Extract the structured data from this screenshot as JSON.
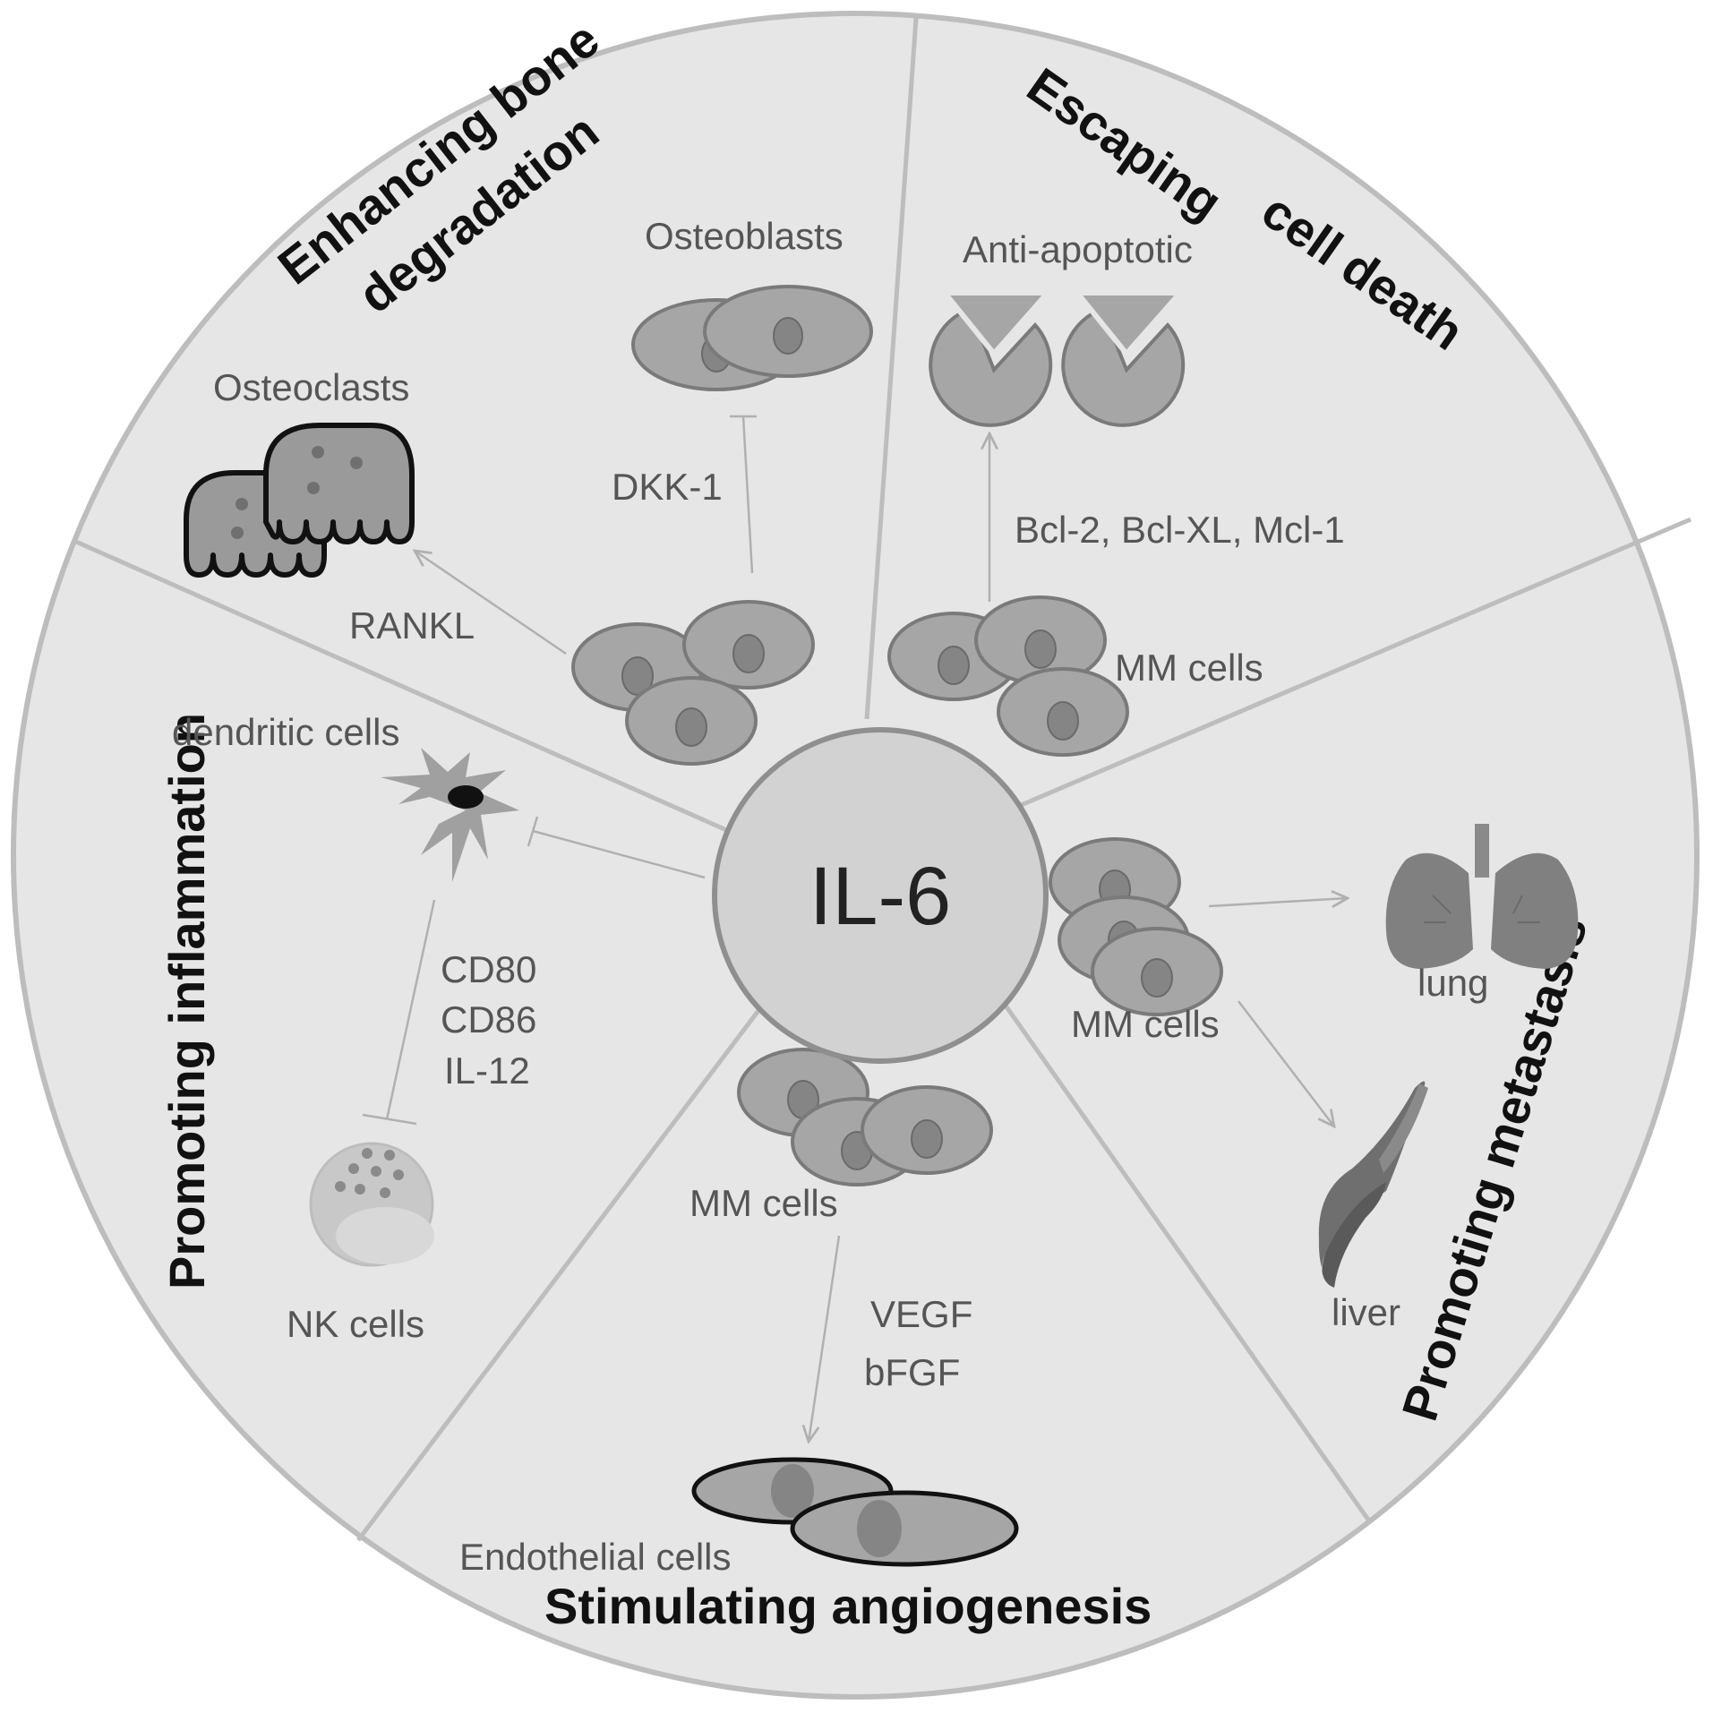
{
  "center": {
    "label": "IL-6"
  },
  "sectors": {
    "bone": {
      "heading_line1": "Enhancing bone",
      "heading_line2": "degradation",
      "osteoblasts": "Osteoblasts",
      "osteoclasts": "Osteoclasts",
      "dkk1": "DKK-1",
      "rankl": "RANKL"
    },
    "death": {
      "heading_line1": "Escaping",
      "heading_line2": "cell death",
      "anti_apoptotic": "Anti-apoptotic",
      "proteins": "Bcl-2, Bcl-XL, Mcl-1",
      "mm_cells": "MM cells"
    },
    "metastasis": {
      "heading": "Promoting metastasis",
      "lung": "lung",
      "liver": "liver",
      "mm_cells": "MM cells"
    },
    "angiogenesis": {
      "heading": "Stimulating angiogenesis",
      "mm_cells": "MM cells",
      "vegf": "VEGF",
      "bfgf": "bFGF",
      "endothelial": "Endothelial cells"
    },
    "inflammation": {
      "heading": "Promoting inflammation",
      "dendritic": "dendritic cells",
      "cd80": "CD80",
      "cd86": "CD86",
      "il12": "IL-12",
      "nk": "NK cells"
    }
  }
}
